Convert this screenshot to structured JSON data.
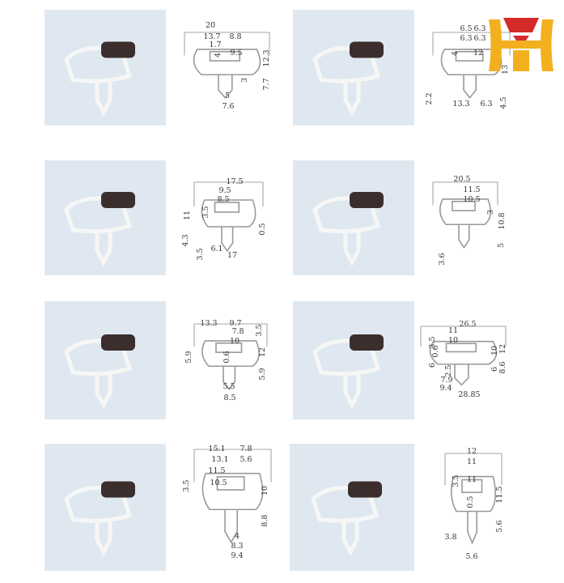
{
  "colors": {
    "photo_bg": "#dfe8f1",
    "gasket": "#eef0ee",
    "magnet": "#3b2e2c",
    "logo_yellow": "#f2b01e",
    "logo_red": "#d42a2a"
  },
  "logo": {
    "icon": "logo-h-icon",
    "text": "H"
  },
  "items": [
    {
      "photo": "gasket-photo",
      "dims": [
        "20",
        "13.7",
        "8.8",
        "1.7",
        "4",
        "9.5",
        "12.3",
        "3",
        "7.7",
        "5",
        "7.6"
      ]
    },
    {
      "photo": "gasket-photo",
      "dims": [
        "6.5",
        "6.3",
        "6.3",
        "6.3",
        "4",
        "12",
        "13",
        "2.2",
        "13.3",
        "6.3",
        "4.5"
      ]
    },
    {
      "photo": "gasket-photo",
      "dims": [
        "17.5",
        "9.5",
        "8.5",
        "3.5",
        "11",
        "0.5",
        "4.3",
        "3.5",
        "6.1",
        "17"
      ]
    },
    {
      "photo": "gasket-photo",
      "dims": [
        "20.5",
        "11.5",
        "10.5",
        "3",
        "10.8",
        "5",
        "3.6"
      ]
    },
    {
      "photo": "gasket-photo",
      "dims": [
        "13.3",
        "9.7",
        "7.8",
        "3.5",
        "10",
        "0.6",
        "12",
        "5.9",
        "5.9",
        "5.5",
        "8.5"
      ]
    },
    {
      "photo": "gasket-photo",
      "dims": [
        "26.5",
        "11",
        "10",
        "3.5",
        "0.6",
        "10",
        "12",
        "6",
        "2.5",
        "6",
        "8.6",
        "7.9",
        "9.4",
        "28.85"
      ]
    },
    {
      "photo": "gasket-photo",
      "dims": [
        "15.1",
        "7.8",
        "13.1",
        "5.6",
        "11.5",
        "10.5",
        "3.5",
        "10",
        "8.8",
        "4",
        "8.3",
        "9.4"
      ]
    },
    {
      "photo": "gasket-photo",
      "dims": [
        "12",
        "11",
        "3.5",
        "11",
        "0.5",
        "11.5",
        "5.6",
        "3.8",
        "5.6"
      ]
    }
  ]
}
